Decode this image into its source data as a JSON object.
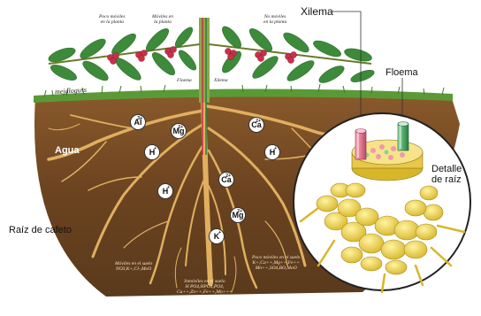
{
  "labels": {
    "xilema": "Xilema",
    "floema": "Floema",
    "detalle_line1": "Detalle",
    "detalle_line2": "de raíz",
    "agua": "Agua",
    "raiz_cafeto": "Raíz de cafeto",
    "stem_floema": "Floema",
    "stem_xilema": "Xilema",
    "signature": "mejaloguss"
  },
  "notes": {
    "poco_moviles": [
      "Poco móviles",
      "en la planta"
    ],
    "moviles_planta": [
      "Móviles en",
      "la planta"
    ],
    "no_moviles": [
      "No móviles",
      "en la planta"
    ],
    "moviles_suelo": [
      "Móviles en el suelo",
      "NO3,K+,Cl-,MoO"
    ],
    "inmoviles_suelo": [
      "Inmóviles en el suelo",
      "H PO4,HPO4,PO4,",
      "Cu++,Zn++,Fe++,Mn+++"
    ],
    "poco_moviles_suelo": [
      "Poco móviles en el suelo",
      "K+,Ca++,Mg++,Fe++",
      "Mn++,SO4,BO,MoO"
    ]
  },
  "ions": [
    {
      "symbol": "Al",
      "charge": "3+"
    },
    {
      "symbol": "Mg",
      "charge": "2+"
    },
    {
      "symbol": "Ca",
      "charge": "2+"
    },
    {
      "symbol": "H",
      "charge": "+"
    },
    {
      "symbol": "H",
      "charge": "+"
    },
    {
      "symbol": "H",
      "charge": "+"
    },
    {
      "symbol": "Ca",
      "charge": "2+"
    },
    {
      "symbol": "Mg",
      "charge": "2+"
    },
    {
      "symbol": "K",
      "charge": "+"
    }
  ],
  "colors": {
    "soil": "#6b4320",
    "root": "#e0b060",
    "leaf": "#3c8a3a",
    "cherry": "#c8304a",
    "xilema": "#e37a94",
    "floema": "#4fae6a",
    "cell": "#ecd44a"
  }
}
